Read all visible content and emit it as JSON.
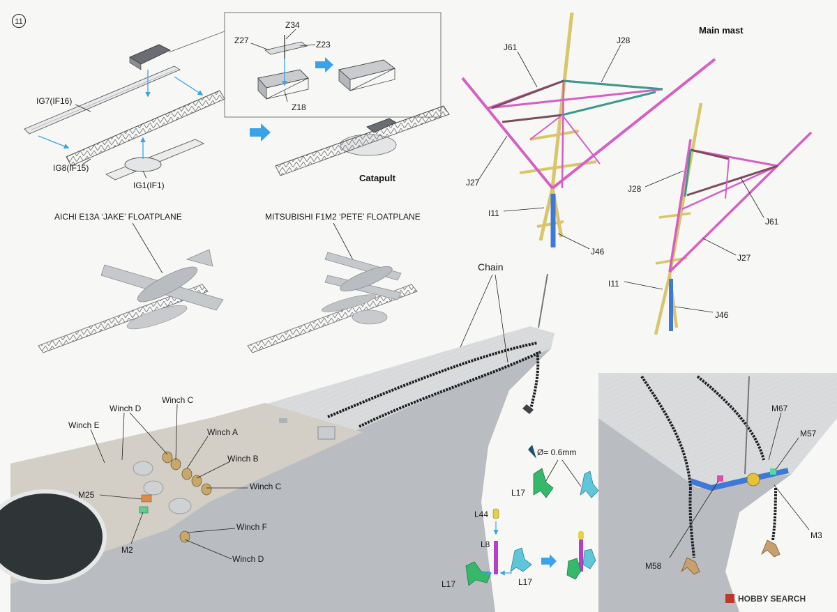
{
  "step_number": "11",
  "catapult": {
    "heading": "Catapult",
    "parts": {
      "ig7": "IG7(IF16)",
      "ig8": "IG8(IF15)",
      "ig1": "IG1(IF1)"
    },
    "inset_parts": {
      "z34": "Z34",
      "z27": "Z27",
      "z23": "Z23",
      "z18": "Z18"
    }
  },
  "main_mast": {
    "heading": "Main mast",
    "parts": {
      "j61": "J61",
      "j28": "J28",
      "j27": "J27",
      "i11": "I11",
      "j46": "J46"
    }
  },
  "floatplanes": {
    "aichi": "AICHI E13A ‘JAKE’ FLOATPLANE",
    "mitsubishi": "MITSUBISHI F1M2 ‘PETE’ FLOATPLANE"
  },
  "deck": {
    "chain": "Chain",
    "winches": {
      "e": "Winch E",
      "d_top": "Winch D",
      "c_top": "Winch C",
      "a": "Winch A",
      "b": "Winch B",
      "c_mid": "Winch C",
      "f": "Winch F",
      "d_bottom": "Winch D"
    },
    "parts": {
      "m25": "M25",
      "m2": "M2"
    }
  },
  "anchor_assembly": {
    "diameter": "Ø= 0.6mm",
    "parts": {
      "l17": "L17",
      "l44": "L44",
      "l8": "L8"
    }
  },
  "bow_detail": {
    "parts": {
      "m67": "M67",
      "m57": "M57",
      "m3": "M3",
      "m58": "M58"
    }
  },
  "watermark": "HOBBY SEARCH",
  "colors": {
    "mast_pink": "#d65fc4",
    "mast_yellow": "#d9c56a",
    "mast_blue": "#3f79d6",
    "mast_teal": "#3a9a8c",
    "mast_brown": "#7a4c5c",
    "l17_green": "#35b86a",
    "l17_cyan": "#5ec6d8",
    "l8_purple": "#b63fc7",
    "l44_yellow": "#e6d24a",
    "arrow_blue": "#3aa3e8",
    "hull_grey": "#b9bcc0",
    "deck_grey": "#d9dbdd"
  }
}
